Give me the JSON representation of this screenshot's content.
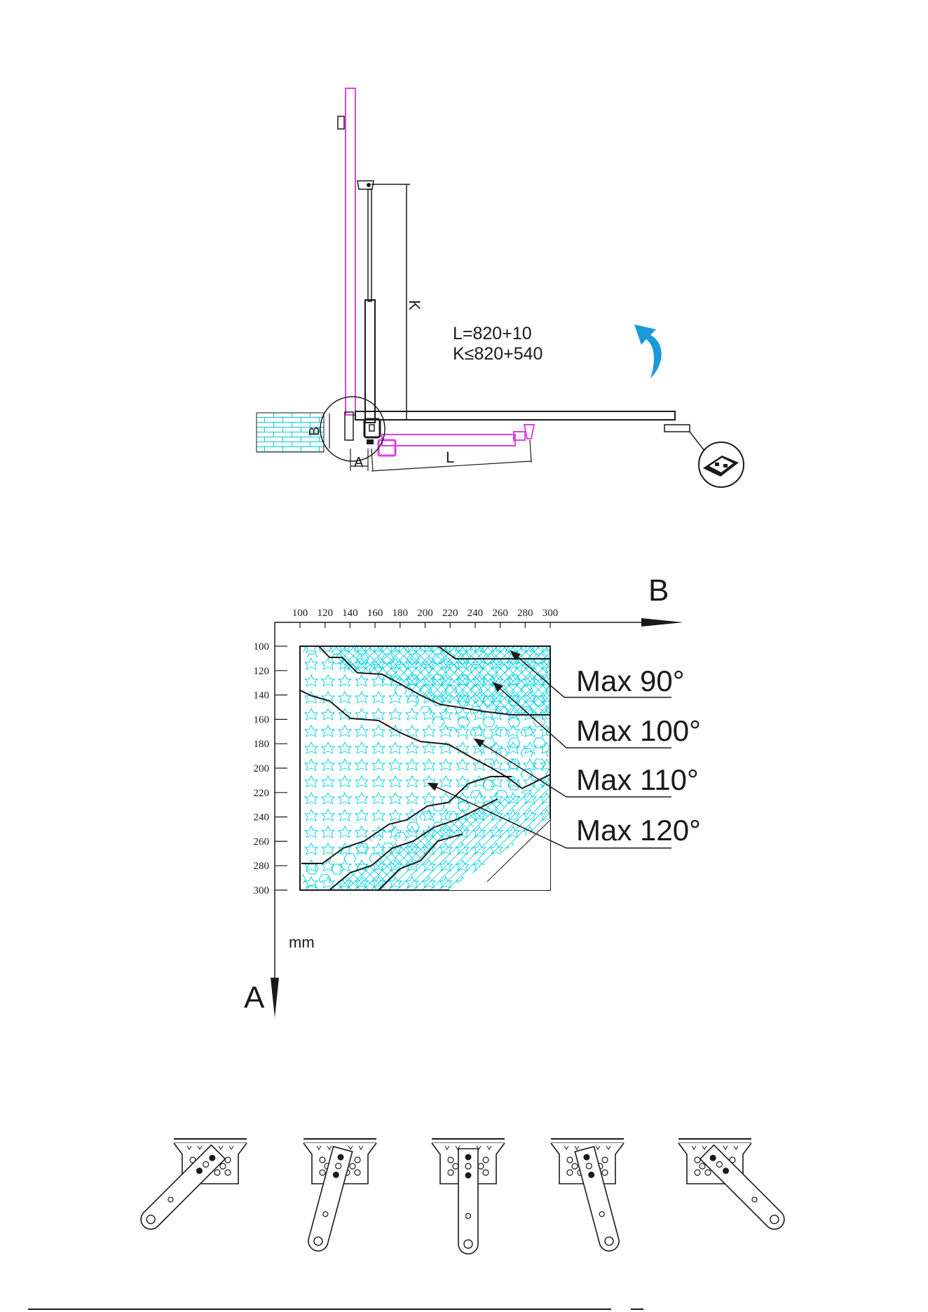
{
  "installation": {
    "formula_l": "L=820+10",
    "formula_k": "K≤820+540",
    "label_k": "K",
    "label_l": "L",
    "label_a": "A",
    "label_b": "B"
  },
  "chart": {
    "axis_b_label": "B",
    "axis_a_label": "A",
    "unit": "mm",
    "top_ticks": [
      "100",
      "120",
      "140",
      "160",
      "180",
      "200",
      "220",
      "240",
      "260",
      "280",
      "300"
    ],
    "left_ticks": [
      "100",
      "120",
      "140",
      "160",
      "180",
      "200",
      "220",
      "240",
      "260",
      "280",
      "300"
    ],
    "zones": [
      {
        "label": "Max 90°"
      },
      {
        "label": "Max 100°"
      },
      {
        "label": "Max 110°"
      },
      {
        "label": "Max 120°"
      }
    ]
  },
  "colors": {
    "gate": "#e040e0",
    "hatch": "#00d0e0",
    "arrow": "#1a9ad8",
    "line": "#1a1a1a"
  },
  "brackets": {
    "count": 5,
    "positions": [
      "left-45",
      "left-15",
      "center",
      "right-15",
      "right-45"
    ]
  }
}
